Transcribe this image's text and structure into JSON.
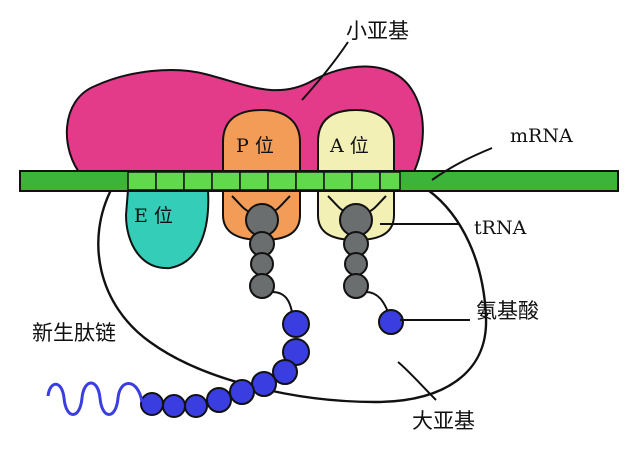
{
  "labels": {
    "small_subunit": "小亚基",
    "mrna": "mRNA",
    "trna": "tRNA",
    "amino_acid": "氨基酸",
    "peptide": "新生肽链",
    "large_subunit": "大亚基"
  },
  "sites": {
    "p": "P 位",
    "a": "A 位",
    "e": "E 位"
  },
  "colors": {
    "small_subunit": "#e33a8a",
    "mrna_green": "#3cb43a",
    "mrna_codon": "#62d84d",
    "p_site": "#f29c58",
    "a_site": "#f3f0b6",
    "e_site": "#33cdb8",
    "trna_gray": "#6b6e6e",
    "amino_blue": "#3a3ee0",
    "outline": "#111111"
  }
}
